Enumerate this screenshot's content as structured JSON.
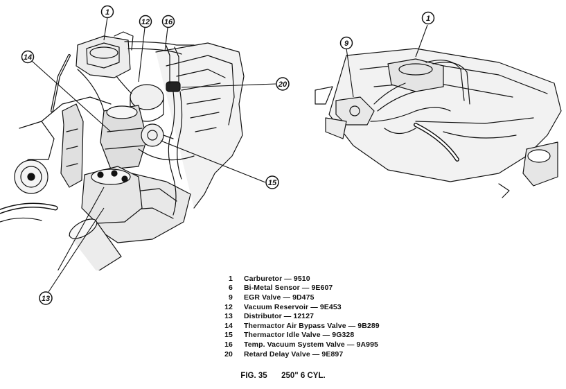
{
  "callouts": {
    "c1a": "1",
    "c12": "12",
    "c16": "16",
    "c14": "14",
    "c20": "20",
    "c15": "15",
    "c13": "13",
    "c1b": "1",
    "c9": "9"
  },
  "legend": [
    {
      "num": "1",
      "label": "Carburetor — 9510"
    },
    {
      "num": "6",
      "label": "Bi-Metal Sensor — 9E607"
    },
    {
      "num": "9",
      "label": "EGR Valve — 9D475"
    },
    {
      "num": "12",
      "label": "Vacuum Reservoir — 9E453"
    },
    {
      "num": "13",
      "label": "Distributor — 12127"
    },
    {
      "num": "14",
      "label": "Thermactor Air Bypass Valve — 9B289"
    },
    {
      "num": "15",
      "label": "Thermactor Idle Valve — 9G328"
    },
    {
      "num": "16",
      "label": "Temp. Vacuum System Valve — 9A995"
    },
    {
      "num": "20",
      "label": "Retard Delay Valve — 9E897"
    }
  ],
  "caption": {
    "fig": "FIG. 35",
    "engine": "250\" 6 CYL."
  },
  "colors": {
    "ink": "#111111",
    "background": "#ffffff",
    "shade": "#dcdcdc"
  }
}
